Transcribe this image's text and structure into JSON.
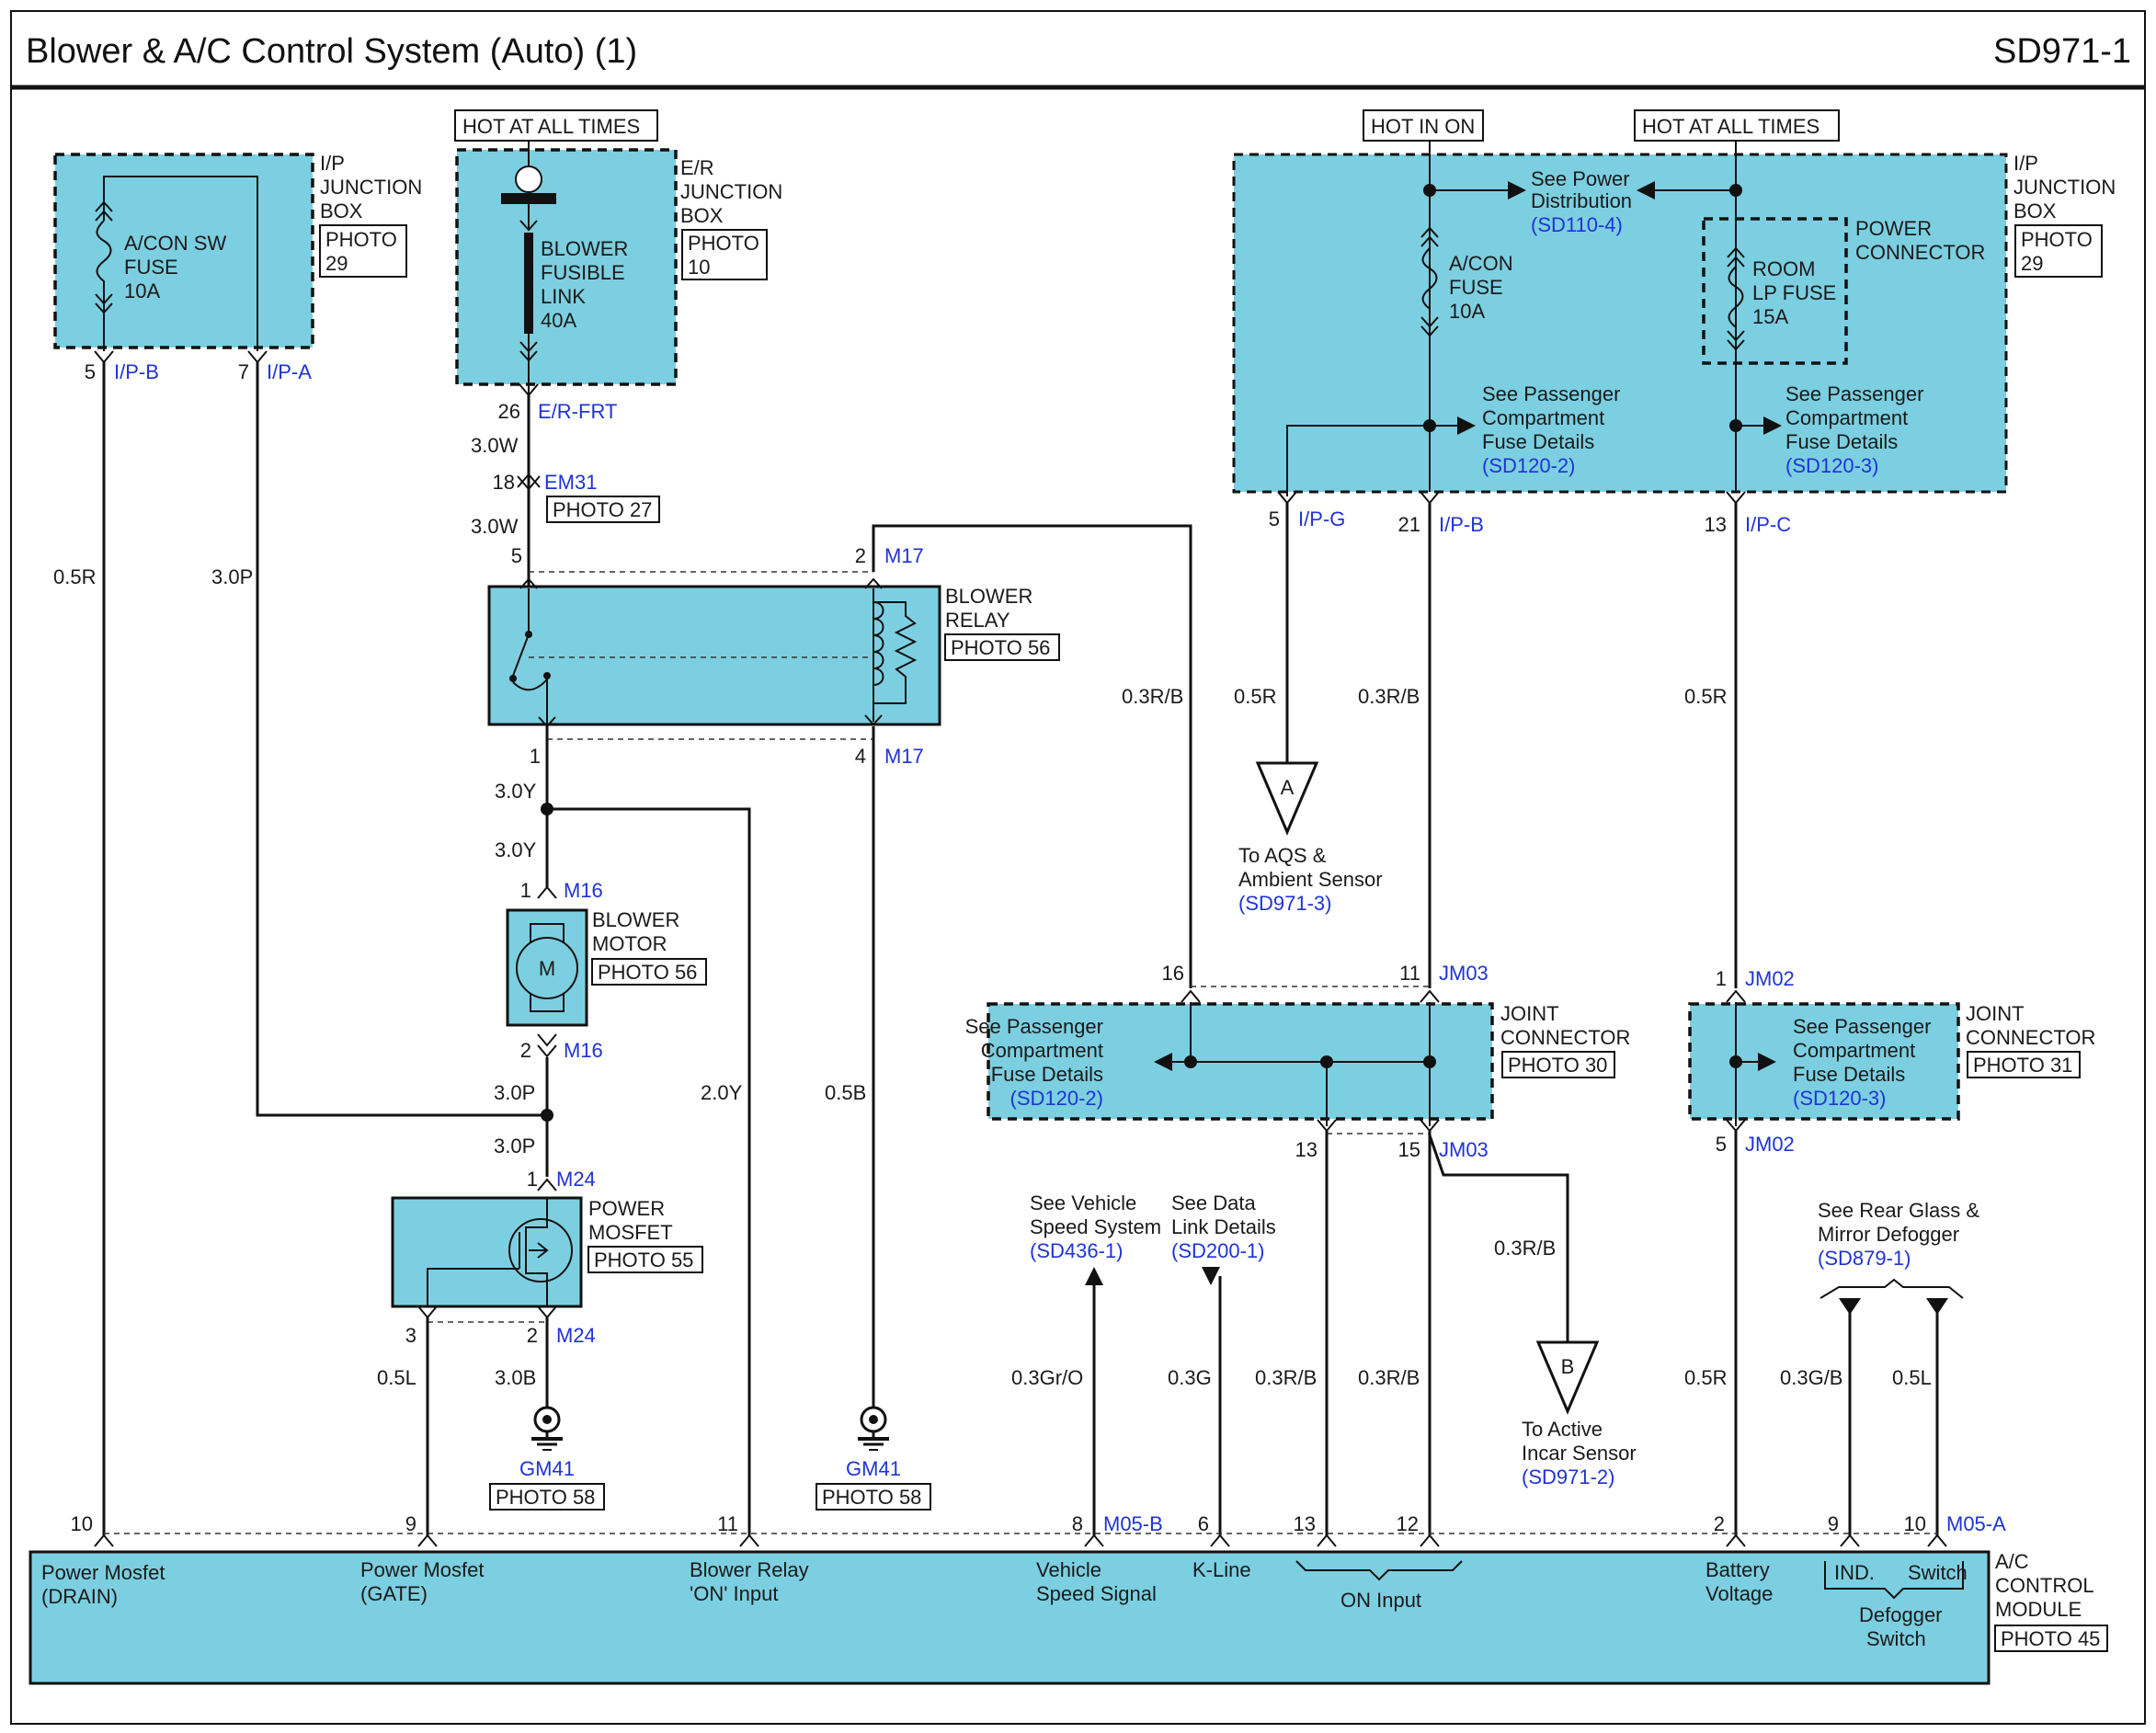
{
  "header": {
    "title": "Blower & A/C Control System (Auto) (1)",
    "code": "SD971-1"
  },
  "supplies": {
    "hot_all_1": "HOT AT ALL TIMES",
    "hot_in_on": "HOT IN ON",
    "hot_all_2": "HOT AT ALL TIMES"
  },
  "ip_jb_left": {
    "name": [
      "I/P",
      "JUNCTION",
      "BOX"
    ],
    "photo": [
      "PHOTO",
      "29"
    ],
    "fuse": [
      "A/CON SW",
      "FUSE",
      "10A"
    ],
    "pin5": "5",
    "con5": "I/P-B",
    "pin7": "7",
    "con7": "I/P-A"
  },
  "er_jb": {
    "name": [
      "E/R",
      "JUNCTION",
      "BOX"
    ],
    "photo": [
      "PHOTO",
      "10"
    ],
    "link": [
      "BLOWER",
      "FUSIBLE",
      "LINK",
      "40A"
    ],
    "pin": "26",
    "con": "E/R-FRT",
    "w1": "3.0W",
    "em_pin": "18",
    "em_con": "EM31",
    "em_photo": "PHOTO 27",
    "w2": "3.0W"
  },
  "blower_relay": {
    "name": [
      "BLOWER",
      "RELAY"
    ],
    "photo": "PHOTO 56",
    "p5": "5",
    "p2": "2",
    "c2": "M17",
    "p1": "1",
    "p4": "4",
    "c4": "M17"
  },
  "blower_motor": {
    "name": [
      "BLOWER",
      "MOTOR"
    ],
    "photo": "PHOTO 56",
    "symbol": "M",
    "p1": "1",
    "c1": "M16",
    "p2": "2",
    "c2": "M16"
  },
  "power_mosfet": {
    "name": [
      "POWER",
      "MOSFET"
    ],
    "photo": "PHOTO 55",
    "p1": "1",
    "c1": "M24",
    "p3": "3",
    "p2": "2",
    "c2": "M24"
  },
  "grounds": [
    {
      "name": "GM41",
      "photo": "PHOTO 58"
    },
    {
      "name": "GM41",
      "photo": "PHOTO 58"
    }
  ],
  "ip_jb_right": {
    "name": [
      "I/P",
      "JUNCTION",
      "BOX"
    ],
    "photo": [
      "PHOTO",
      "29"
    ],
    "see_power": [
      "See Power",
      "Distribution"
    ],
    "see_power_ref": "(SD110-4)",
    "acon_fuse": [
      "A/CON",
      "FUSE",
      "10A"
    ],
    "power_connector": [
      "POWER",
      "CONNECTOR"
    ],
    "room_fuse": [
      "ROOM",
      "LP FUSE",
      "15A"
    ],
    "see_pass": [
      "See Passenger",
      "Compartment",
      "Fuse Details"
    ],
    "see_pass_ref_1": "(SD120-2)",
    "see_pass_ref_2": "(SD120-3)",
    "p5": "5",
    "c5": "I/P-G",
    "p21": "21",
    "c21": "I/P-B",
    "p13": "13",
    "c13": "I/P-C"
  },
  "wires": {
    "w_05R_left": "0.5R",
    "w_30P_left": "3.0P",
    "w_03RB_relay": "0.3R/B",
    "w_05R_ipg": "0.5R",
    "w_03RB_ipb": "0.3R/B",
    "w_05R_ipc": "0.5R",
    "w_30Y_1": "3.0Y",
    "w_30Y_2": "3.0Y",
    "w_30P_1": "3.0P",
    "w_30P_2": "3.0P",
    "w_20Y": "2.0Y",
    "w_05B": "0.5B",
    "w_05L": "0.5L",
    "w_30B": "3.0B",
    "w_03RB_b": "0.3R/B",
    "w_03GrO": "0.3Gr/O",
    "w_03G": "0.3G",
    "w_03RB_13": "0.3R/B",
    "w_03RB_12": "0.3R/B",
    "w_05R_bat": "0.5R",
    "w_03GB": "0.3G/B",
    "w_05L_sw": "0.5L"
  },
  "conn_a": {
    "letter": "A",
    "to": [
      "To AQS &",
      "Ambient Sensor"
    ],
    "ref": "(SD971-3)"
  },
  "conn_b": {
    "letter": "B",
    "to": [
      "To Active",
      "Incar Sensor"
    ],
    "ref": "(SD971-2)"
  },
  "joint_30": {
    "name": [
      "JOINT",
      "CONNECTOR"
    ],
    "photo": "PHOTO 30",
    "see": [
      "See Passenger",
      "Compartment",
      "Fuse Details"
    ],
    "ref": "(SD120-2)",
    "p16": "16",
    "p11": "11",
    "c11": "JM03",
    "p13": "13",
    "p15": "15",
    "c15": "JM03"
  },
  "joint_31": {
    "name": [
      "JOINT",
      "CONNECTOR"
    ],
    "photo": "PHOTO 31",
    "see": [
      "See Passenger",
      "Compartment",
      "Fuse Details"
    ],
    "ref": "(SD120-3)",
    "p1": "1",
    "c1": "JM02",
    "p5": "5",
    "c5": "JM02"
  },
  "refs": {
    "vss": [
      "See Vehicle",
      "Speed System"
    ],
    "vss_ref": "(SD436-1)",
    "dlc": [
      "See Data",
      "Link Details"
    ],
    "dlc_ref": "(SD200-1)",
    "defog": [
      "See Rear Glass &",
      "Mirror Defogger"
    ],
    "defog_ref": "(SD879-1)"
  },
  "module": {
    "name": [
      "A/C",
      "CONTROL",
      "MODULE"
    ],
    "photo": "PHOTO 45",
    "c_b": "M05-B",
    "c_a": "M05-A",
    "pins": [
      "10",
      "9",
      "11",
      "8",
      "6",
      "13",
      "12",
      "2",
      "9",
      "10"
    ],
    "labels": {
      "drain": [
        "Power Mosfet",
        "(DRAIN)"
      ],
      "gate": [
        "Power Mosfet",
        "(GATE)"
      ],
      "relay_on": [
        "Blower Relay",
        "'ON' Input"
      ],
      "vss": [
        "Vehicle",
        "Speed Signal"
      ],
      "kline": "K-Line",
      "on_input": "ON Input",
      "battery": [
        "Battery",
        "Voltage"
      ],
      "ind": "IND.",
      "switch": "Switch",
      "defog_sw": [
        "Defogger",
        "Switch"
      ]
    }
  }
}
